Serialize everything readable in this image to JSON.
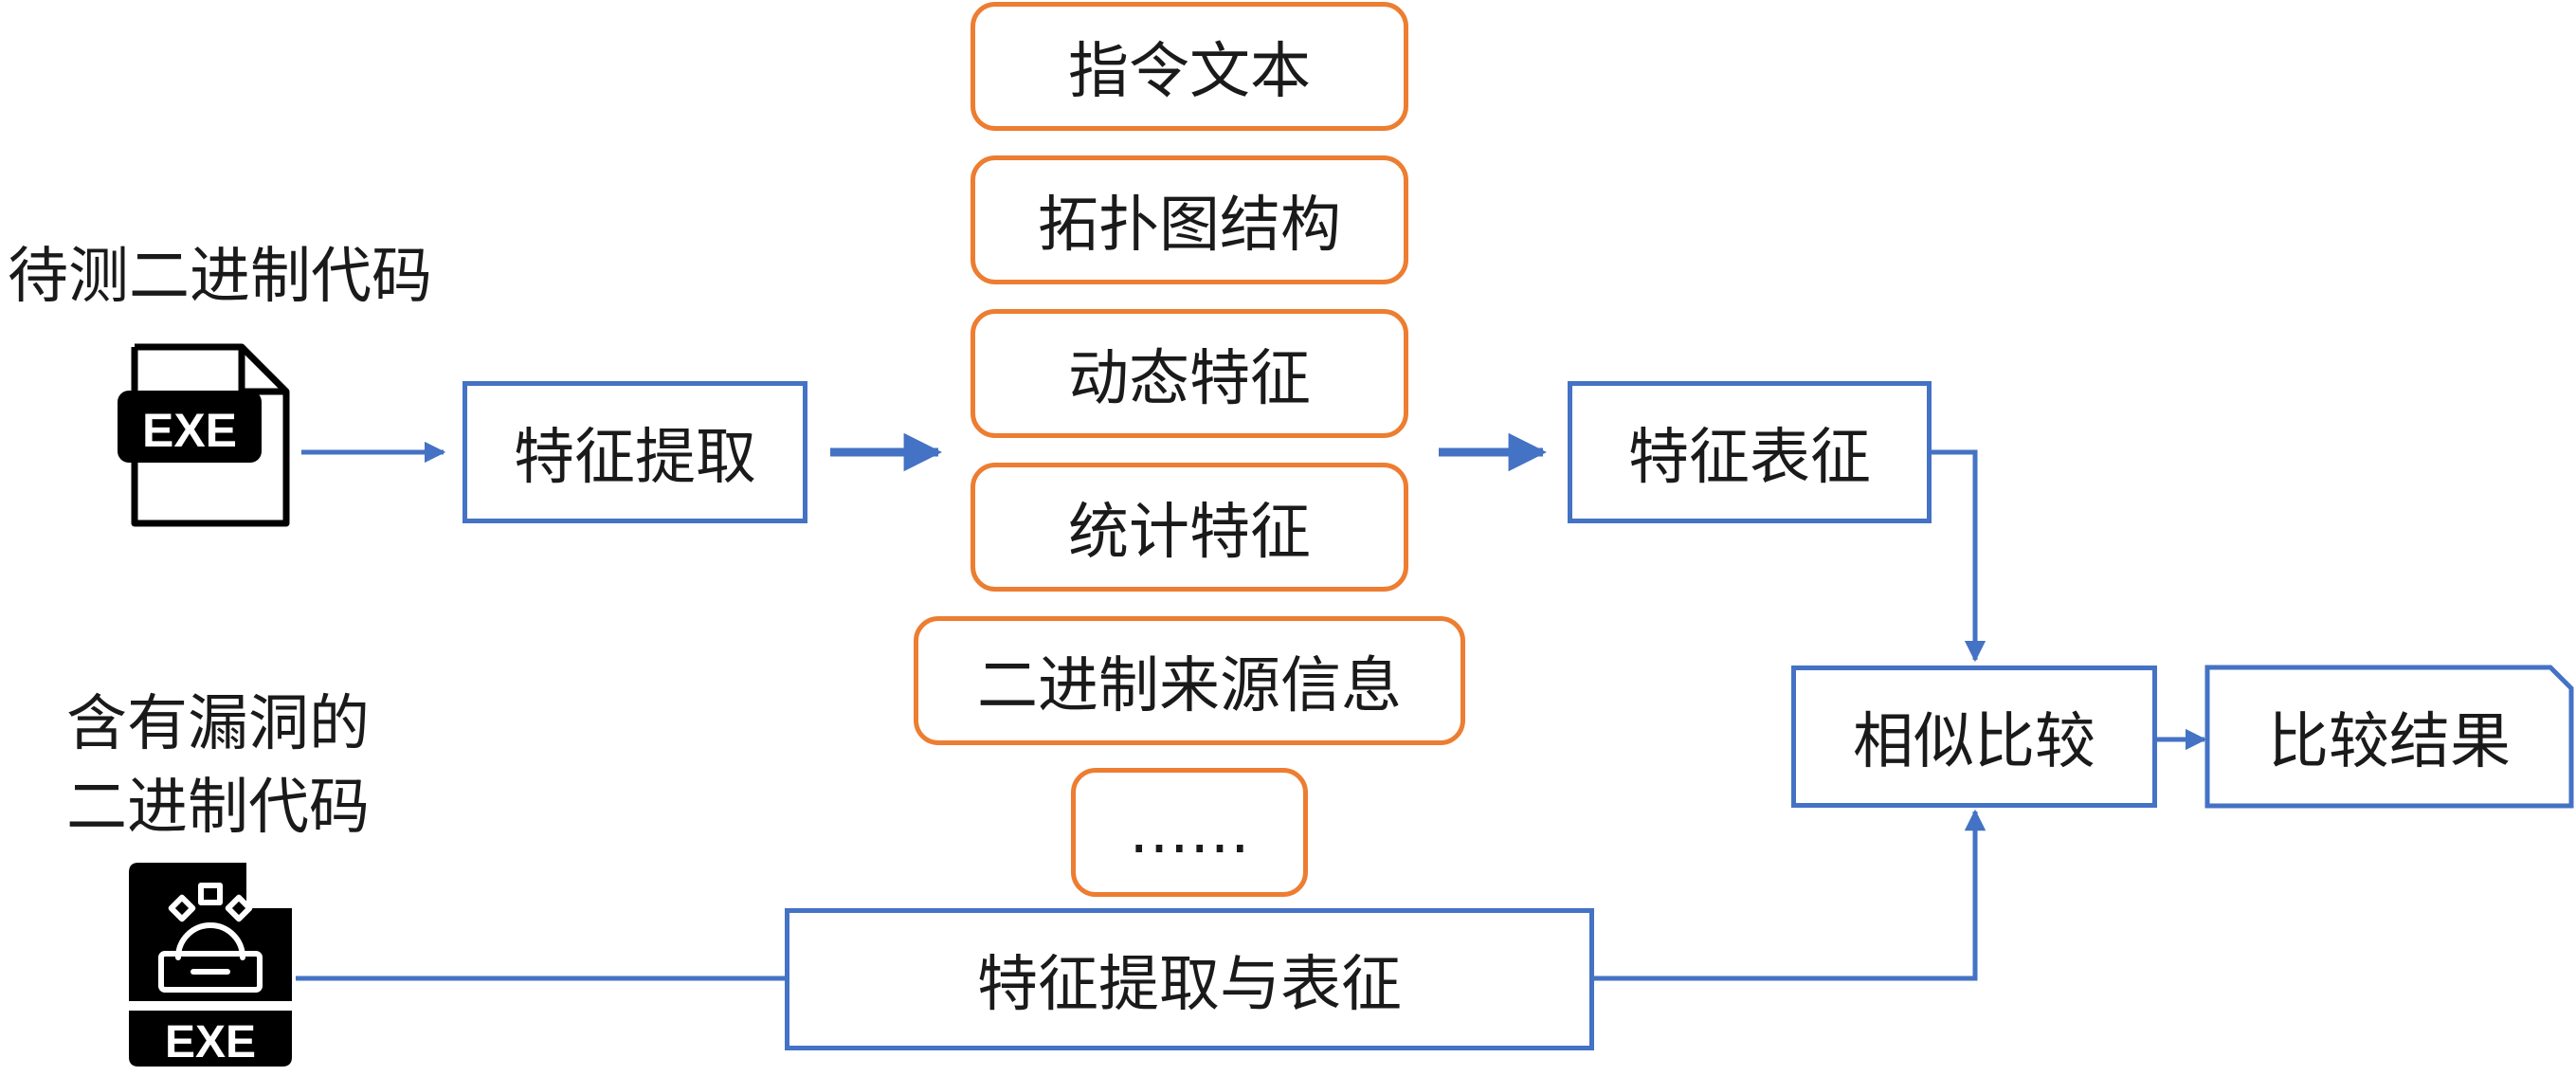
{
  "colors": {
    "flow_blue": "#4472C4",
    "feature_orange": "#ED7D31",
    "icon_black": "#000000"
  },
  "icons": {
    "target_file": "exe-file-icon",
    "vuln_file": "exe-file-gear-icon"
  },
  "inputs": {
    "target_label": "待测二进制代码",
    "vuln_label_line1": "含有漏洞的",
    "vuln_label_line2": "二进制代码",
    "exe_text": "EXE"
  },
  "process": {
    "extract": "特征提取",
    "represent": "特征表征",
    "extract_and_represent": "特征提取与表征",
    "compare": "相似比较",
    "result": "比较结果"
  },
  "features": [
    "指令文本",
    "拓扑图结构",
    "动态特征",
    "统计特征",
    "二进制来源信息",
    "……"
  ]
}
